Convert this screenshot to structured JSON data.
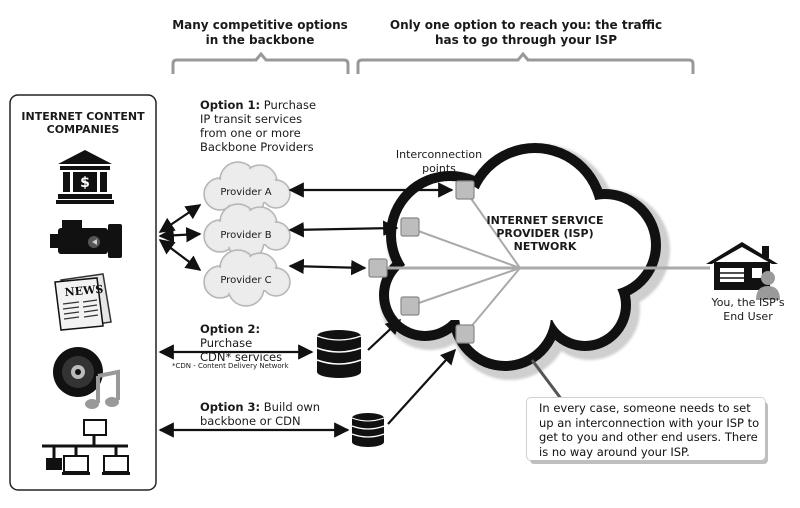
{
  "headers": {
    "backbone": "Many competitive options\nin the backbone",
    "isp": "Only one option to reach you: the traffic\nhas to go through your ISP"
  },
  "companies_box": {
    "title": "INTERNET CONTENT\nCOMPANIES"
  },
  "icons": [
    "bank-icon",
    "video-camera-icon",
    "newspaper-icon",
    "music-cd-icon",
    "network-computers-icon"
  ],
  "options": {
    "o1": {
      "label": "Option 1:",
      "text": "Purchase\nIP transit services\nfrom one or more\nBackbone Providers"
    },
    "o2": {
      "label": "Option 2:",
      "text": "Purchase\nCDN* services",
      "footnote": "*CDN - Content Delivery Network"
    },
    "o3": {
      "label": "Option 3:",
      "text": "Build own\nbackbone or CDN"
    }
  },
  "providers": [
    "Provider A",
    "Provider B",
    "Provider C"
  ],
  "interconnection": "Interconnection\npoints",
  "isp_network": "INTERNET SERVICE\nPROVIDER (ISP)\nNETWORK",
  "end_user": "You, the ISP's\nEnd User",
  "callout": "In every case, someone needs to set up an interconnection with your ISP to get to you and other end users. There is no way around your ISP."
}
